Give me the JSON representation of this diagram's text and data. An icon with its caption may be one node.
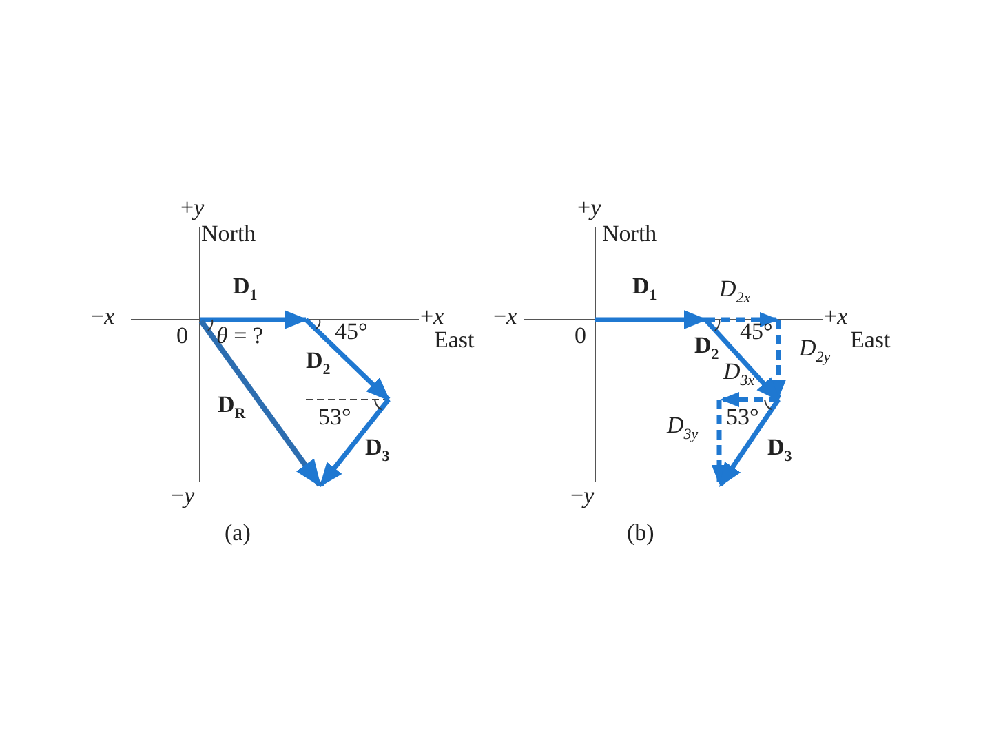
{
  "diagram": {
    "labels": [
      "+*y*",
      "North",
      "D$_{1}$",
      "−*x*",
      "0",
      "*θ* = ?",
      "45°",
      "+*x*",
      "East",
      "D$_{2}$",
      "D$_{R}$",
      "53°",
      "D$_{3}$",
      "−*y*",
      "(a)",
      "+*y*",
      "North",
      "D$_{1}$",
      "D$_{2x}$",
      "−*x*",
      "+*x*",
      "0",
      "45°",
      "East",
      "D$_{2}$",
      "D$_{2y}$",
      "D$_{3x}$",
      "D$_{3y}$",
      "53°",
      "D$_{3}$",
      "−*y*",
      "(b)"
    ]
  }
}
